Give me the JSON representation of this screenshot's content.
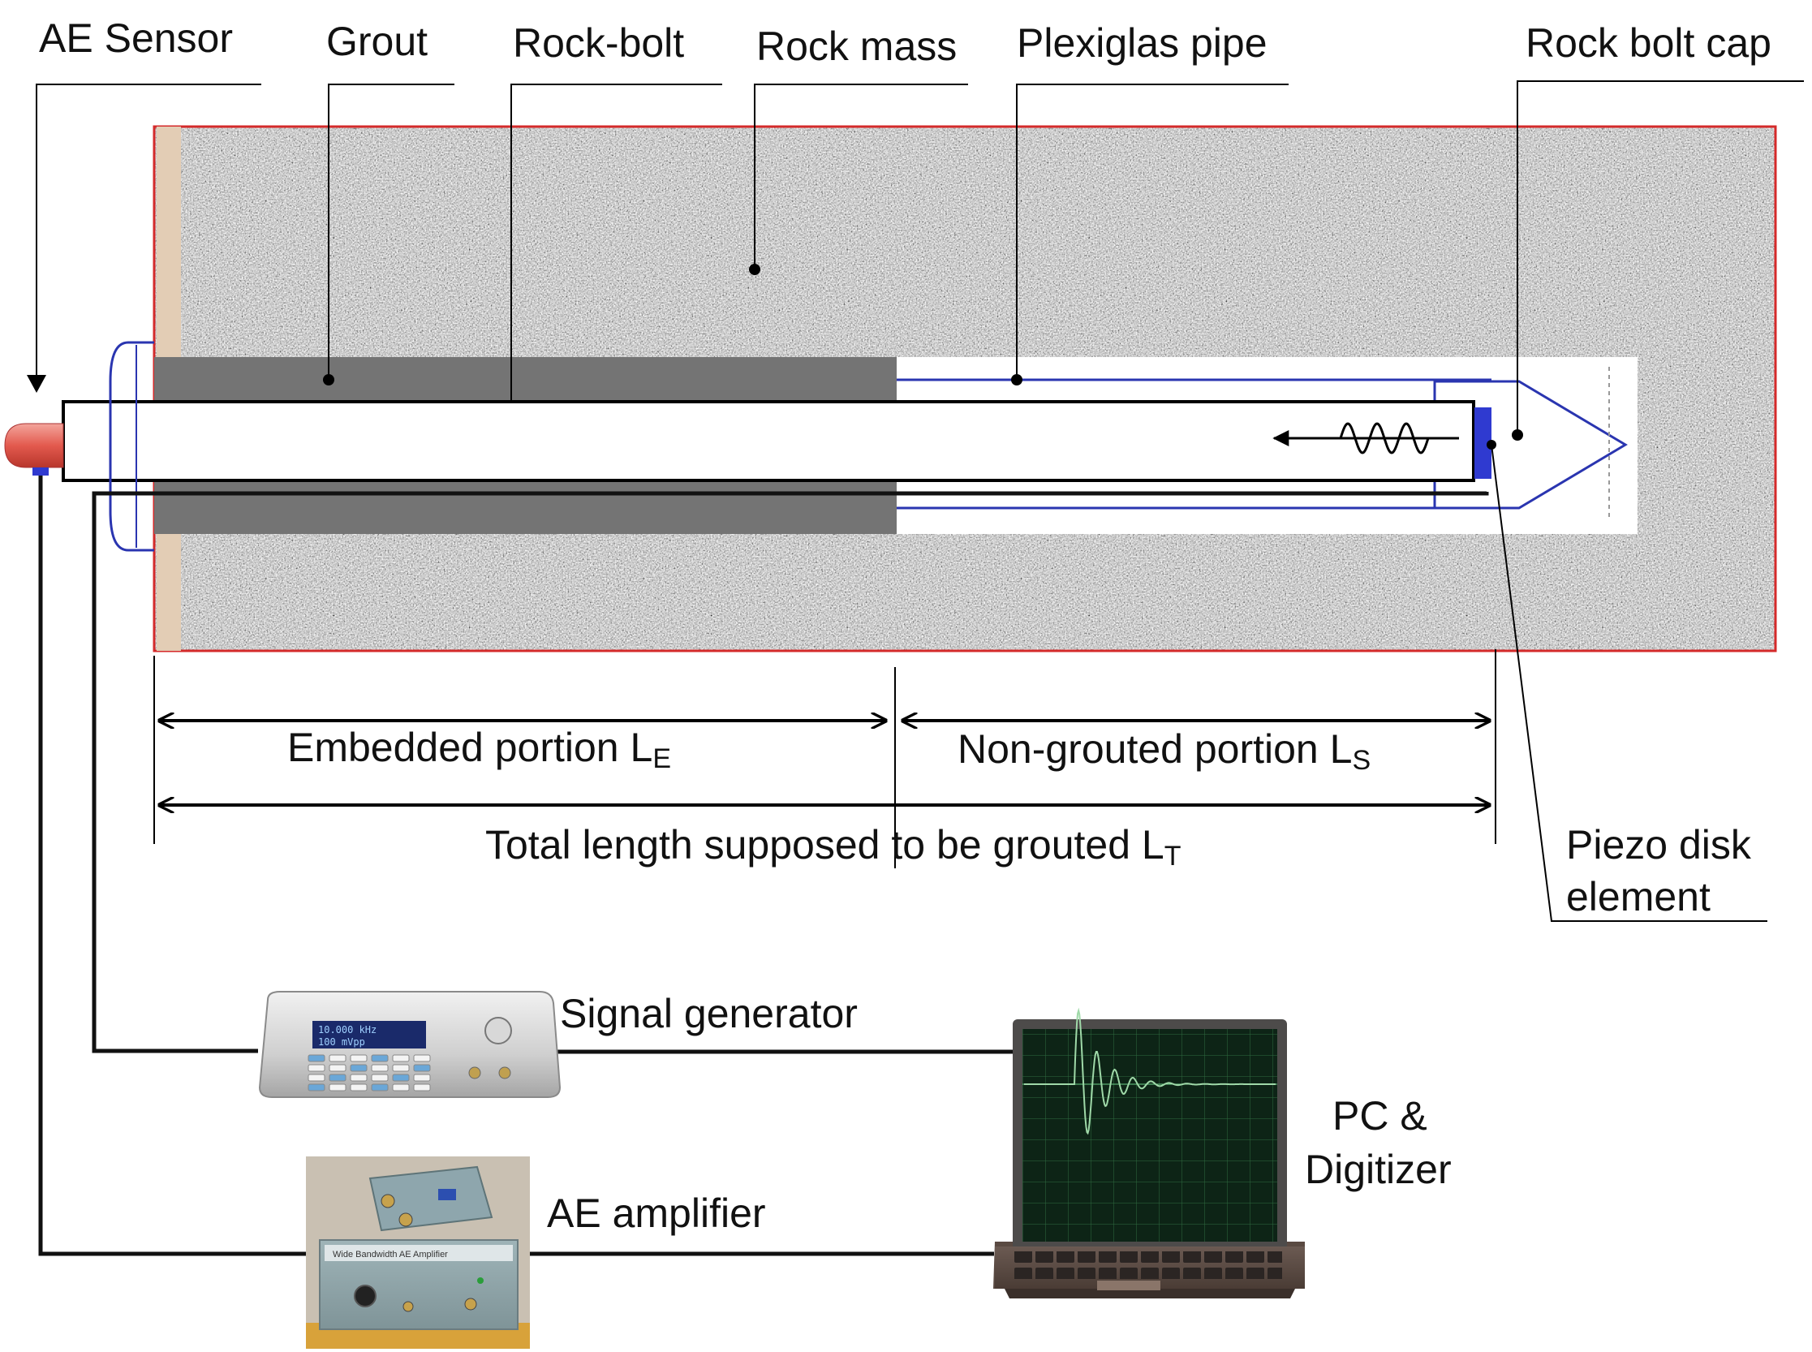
{
  "labels": {
    "ae_sensor": "AE Sensor",
    "grout": "Grout",
    "rock_bolt": "Rock-bolt",
    "rock_mass": "Rock mass",
    "plexiglas_pipe": "Plexiglas pipe",
    "rock_bolt_cap": "Rock bolt cap",
    "piezo_line1": "Piezo disk",
    "piezo_line2": "element",
    "signal_generator": "Signal generator",
    "ae_amplifier": "AE amplifier",
    "pc_line1": "PC &",
    "pc_line2": "Digitizer"
  },
  "dimensions": {
    "embedded": {
      "text": "Embedded portion L",
      "sub": "E"
    },
    "non_grouted": {
      "text": "Non-grouted portion L",
      "sub": "S"
    },
    "total": {
      "text": "Total length supposed to be grouted L",
      "sub": "T"
    }
  },
  "devices": {
    "generator_display_line1": "10.000 kHz",
    "generator_display_line2": "100 mVpp",
    "amplifier_panel_text": "Wide Bandwidth AE Amplifier"
  },
  "colors": {
    "rock_border": "#d42a2a",
    "pipe_outline": "#2a35b0",
    "grout": "#747474",
    "sensor": "#e35a4e",
    "piezo": "#2f3ad0",
    "wire": "#111111",
    "screen": "#0d2416",
    "trace": "#9fd9a8"
  }
}
